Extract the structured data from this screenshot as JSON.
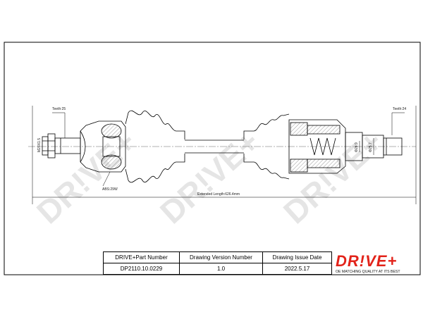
{
  "drawing": {
    "watermark": "DR!VE+",
    "labels": {
      "teeth_left": "Teeth:25",
      "teeth_right": "Teeth:24",
      "thread": "M24X1.5",
      "abs": "ABS:29W",
      "extended_length": "Extended Length:626.4mm",
      "diameter_a": "Φ28.9",
      "diameter_b": "Φ25.7"
    }
  },
  "title_block": {
    "headers": [
      "DRIVE+Part Number",
      "Drawing Version Number",
      "Drawing Issue Date"
    ],
    "values": [
      "DP2110.10.0229",
      "1.0",
      "2022.5.17"
    ]
  },
  "logo": {
    "name": "DR!VE+",
    "tagline": "OE MATCHING QUALITY AT ITS BEST"
  }
}
